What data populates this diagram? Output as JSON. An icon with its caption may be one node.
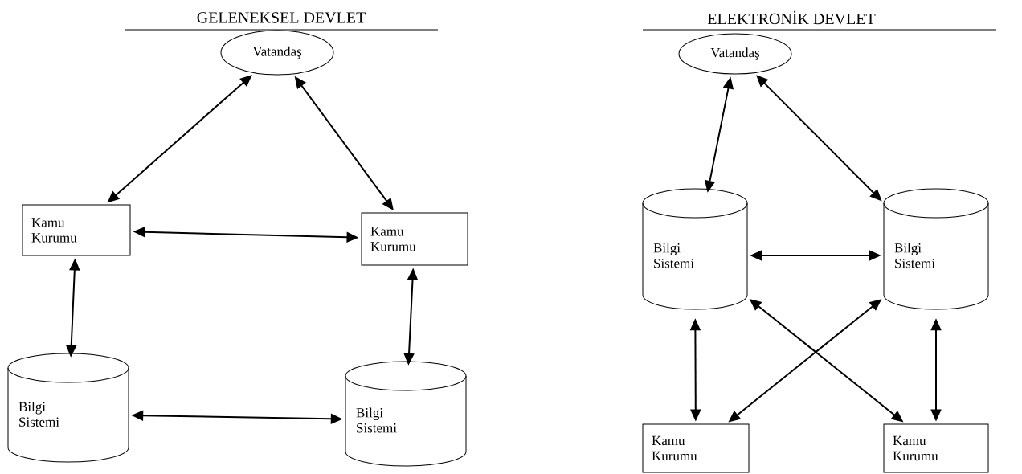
{
  "diagram": {
    "nodes": [
      {
        "text": [
          "Vatandaş"
        ]
      },
      {
        "text": [
          "Kamu Kurumu"
        ]
      },
      {
        "text": [
          "Kamu Kurumu"
        ]
      },
      {
        "text": [
          "Bilgi Sistemi"
        ]
      },
      {
        "text": [
          "Bilgi Sistemi"
        ]
      },
      {
        "text": [
          "Vatandaş"
        ]
      },
      {
        "text": [
          "Bilgi Sistemi"
        ]
      },
      {
        "text": [
          "Bilgi Sistemi"
        ]
      },
      {
        "text": [
          "Kamu Kurumu"
        ]
      },
      {
        "text": [
          "Kamu Kurumu"
        ]
      }
    ],
    "edges": [
      {
        "from": 0,
        "to": 1,
        "arrow": "both"
      },
      {
        "from": 0,
        "to": 2,
        "arrow": "both"
      },
      {
        "from": 1,
        "to": 2,
        "arrow": "both"
      },
      {
        "from": 1,
        "to": 3,
        "arrow": "both"
      },
      {
        "from": 2,
        "to": 4,
        "arrow": "both"
      },
      {
        "from": 3,
        "to": 4,
        "arrow": "both"
      },
      {
        "from": 5,
        "to": 6,
        "arrow": "both"
      },
      {
        "from": 5,
        "to": 7,
        "arrow": "both"
      },
      {
        "from": 6,
        "to": 7,
        "arrow": "both"
      },
      {
        "from": 6,
        "to": 8,
        "arrow": "both"
      },
      {
        "from": 7,
        "to": 9,
        "arrow": "both"
      },
      {
        "from": 6,
        "to": 9,
        "arrow": "both"
      },
      {
        "from": 7,
        "to": 8,
        "arrow": "both"
      }
    ],
    "labels": [
      "GELENEKSEL DEVLET",
      "ELEKTRONİK DEVLET"
    ]
  }
}
